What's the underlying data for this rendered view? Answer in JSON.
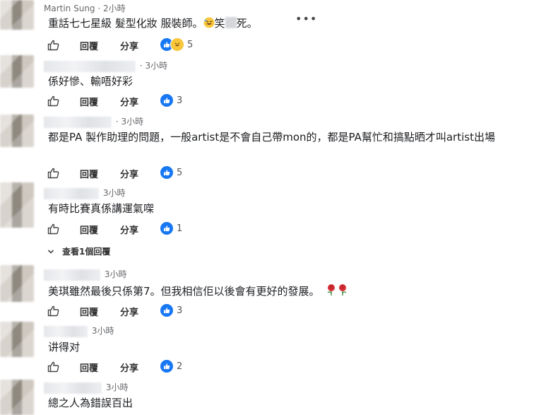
{
  "comments": [
    {
      "author_partial": "Martin Sung",
      "time": "· 2小時",
      "text_a": "重話七七星級 髮型化妝 服裝師。",
      "text_b": "笑",
      "text_c": "死。",
      "reply": "回覆",
      "share": "分享",
      "reaction_count": "5",
      "more": "•••"
    },
    {
      "time": "· 3小時",
      "text": "係好慘、輸唔好彩",
      "reply": "回覆",
      "share": "分享",
      "reaction_count": "3"
    },
    {
      "time": "· 3小時",
      "text": "都是PA 製作助理的問題，一般artist是不會自己帶mon的，都是PA幫忙和搞點晒才叫artist出場",
      "reply": "回覆",
      "share": "分享",
      "reaction_count": "5"
    },
    {
      "time": "3小時",
      "text": "有時比賽真係講運氣㗎",
      "reply": "回覆",
      "share": "分享",
      "reaction_count": "1",
      "view_replies": "查看1個回覆"
    },
    {
      "time": "3小時",
      "text": "美琪雖然最後只係第7。但我相信佢以後會有更好的發展。",
      "reply": "回覆",
      "share": "分享",
      "reaction_count": "3"
    },
    {
      "time": "3小時",
      "text": "讲得对",
      "reply": "回覆",
      "share": "分享",
      "reaction_count": "2"
    },
    {
      "time": "3小時",
      "text": "總之人為錯誤百出"
    }
  ],
  "colors": {
    "like_blue": "#1877f2",
    "haha_yellow": "#f7c63b",
    "rose_red": "#d93036"
  },
  "icons": {
    "like": "thumbs-up-outline-icon",
    "reaction_like": "like-reaction-icon",
    "reaction_haha": "haha-reaction-icon",
    "rose": "rose-icon",
    "chevron": "chevron-down-icon"
  }
}
